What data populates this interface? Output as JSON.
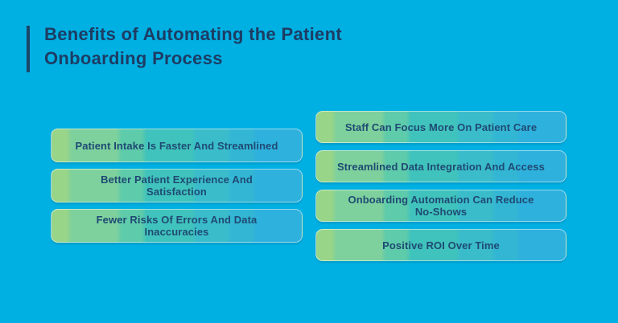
{
  "theme": {
    "bg": "#00b0e3",
    "accent_bar": "#1c4668",
    "title_color": "#1d3c63",
    "card_text": "#1f4a73",
    "card_border": "rgba(255,255,255,0.5)"
  },
  "card_gradient": {
    "direction": "90deg",
    "stops": [
      {
        "color": "#99d588",
        "from": 0,
        "to": 6
      },
      {
        "color": "#7ed19c",
        "from": 8,
        "to": 26
      },
      {
        "color": "#5ecbaa",
        "from": 28,
        "to": 36
      },
      {
        "color": "#40c3bc",
        "from": 38,
        "to": 56
      },
      {
        "color": "#3abccb",
        "from": 58,
        "to": 70
      },
      {
        "color": "#33b6d4",
        "from": 72,
        "to": 80
      },
      {
        "color": "#2fb1dd",
        "from": 82,
        "to": 100
      }
    ]
  },
  "header": {
    "title_line1": "Benefits of Automating the Patient",
    "title_line2": "Onboarding Process"
  },
  "benefits": {
    "left": [
      {
        "label": "Patient Intake Is Faster And Streamlined"
      },
      {
        "label": "Better Patient Experience And\nSatisfaction"
      },
      {
        "label": "Fewer Risks Of Errors And Data\nInaccuracies"
      }
    ],
    "right": [
      {
        "label": "Staff Can Focus More On Patient Care"
      },
      {
        "label": "Streamlined Data Integration And Access"
      },
      {
        "label": "Onboarding Automation Can Reduce\nNo-Shows"
      },
      {
        "label": "Positive ROI Over Time"
      }
    ]
  }
}
